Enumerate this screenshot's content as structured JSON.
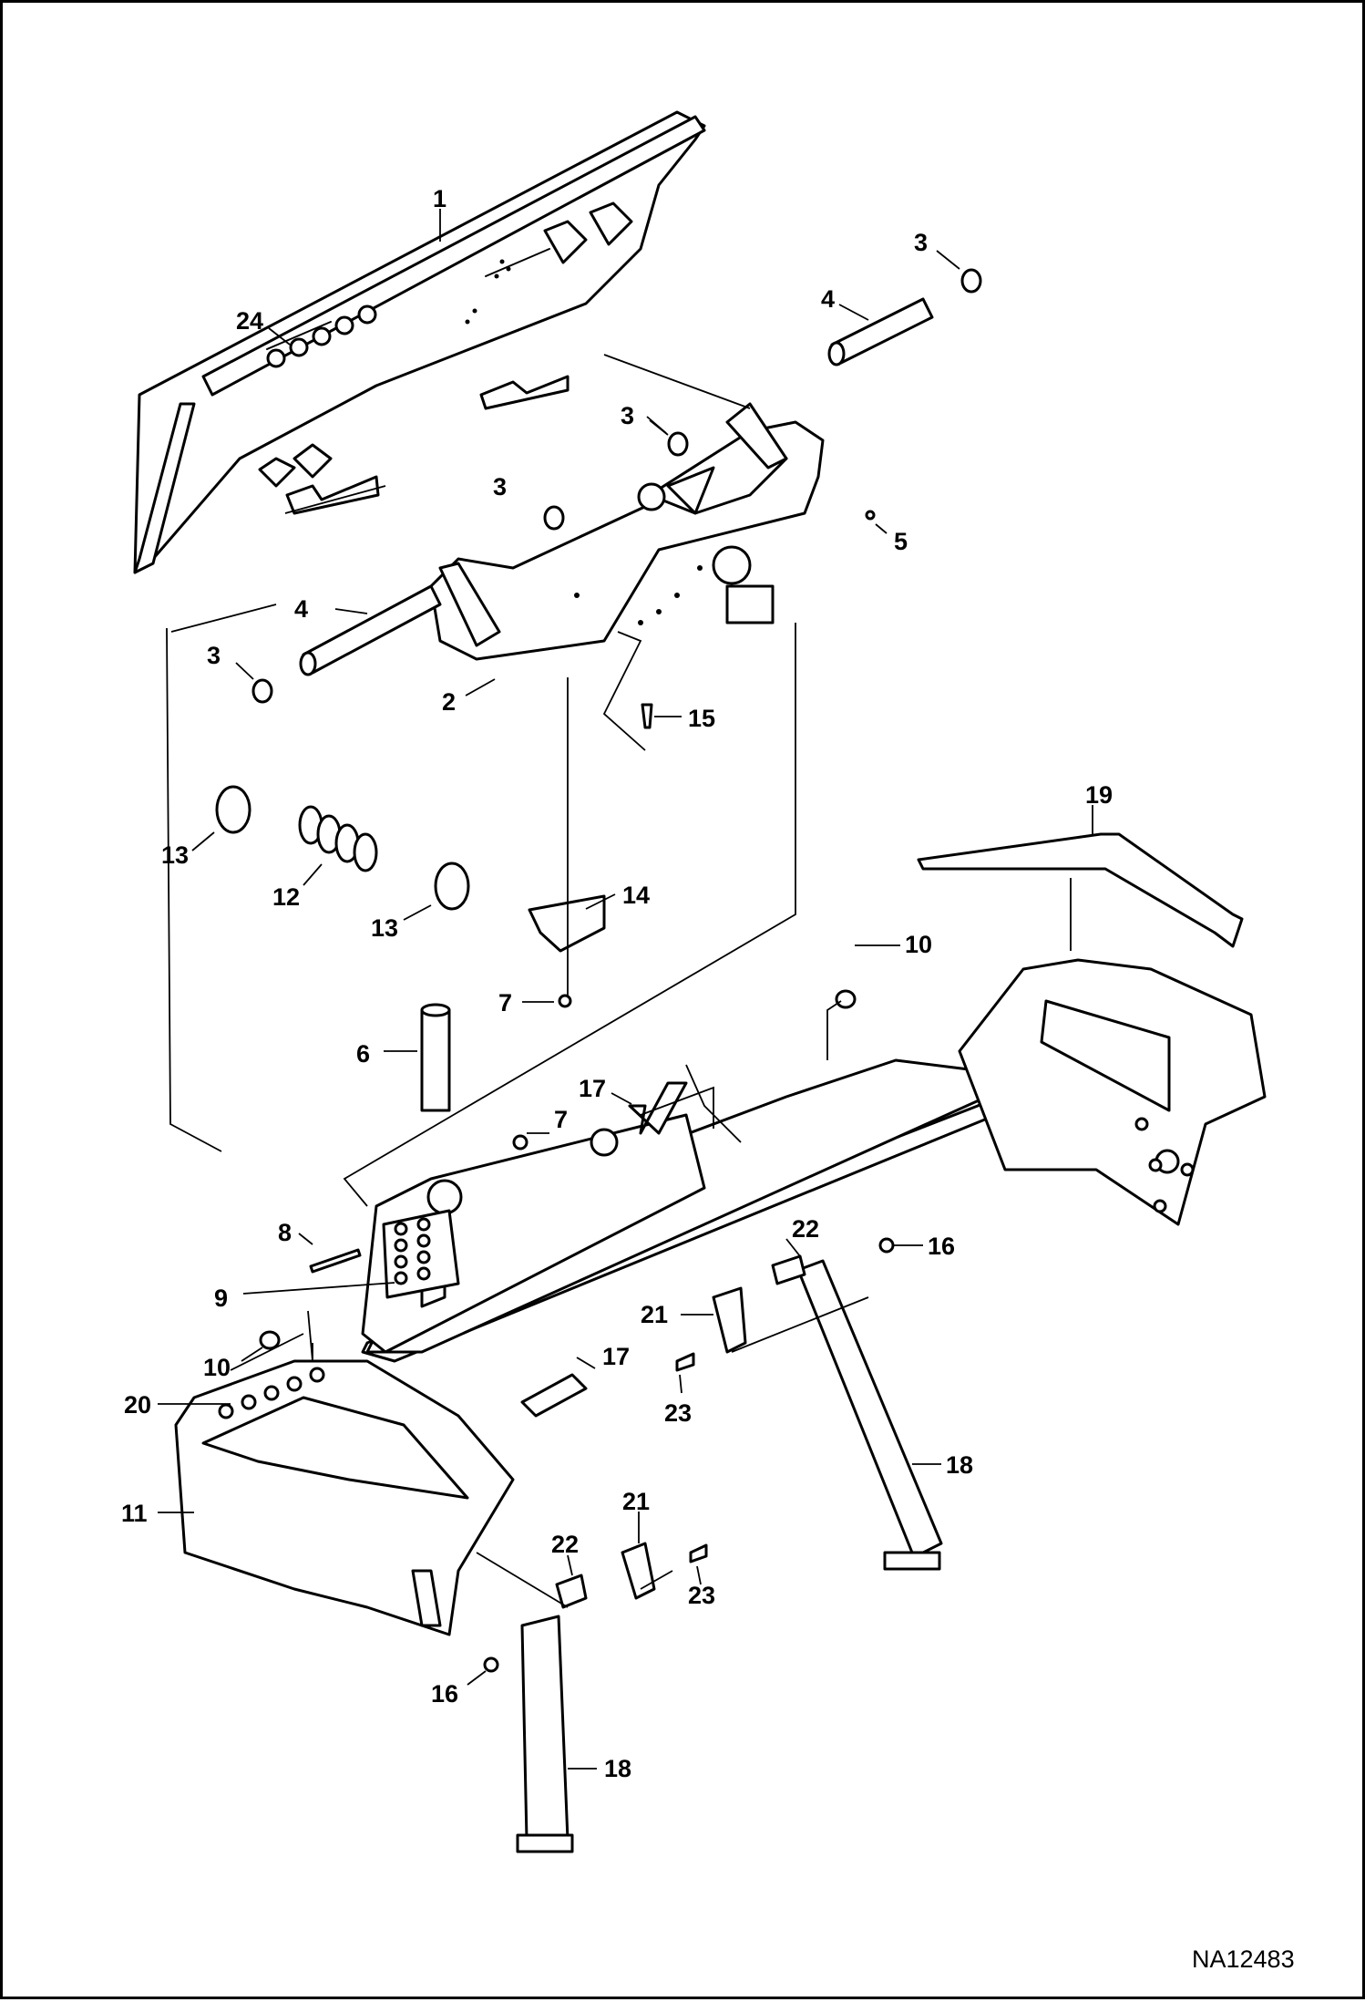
{
  "figure_id": "NA12483",
  "callouts": [
    "1",
    "24",
    "3",
    "4",
    "3",
    "3",
    "5",
    "4",
    "3",
    "2",
    "15",
    "13",
    "12",
    "13",
    "14",
    "7",
    "19",
    "10",
    "6",
    "17",
    "7",
    "8",
    "22",
    "16",
    "9",
    "21",
    "10",
    "17",
    "20",
    "23",
    "18",
    "11",
    "21",
    "22",
    "23",
    "16",
    "18"
  ]
}
